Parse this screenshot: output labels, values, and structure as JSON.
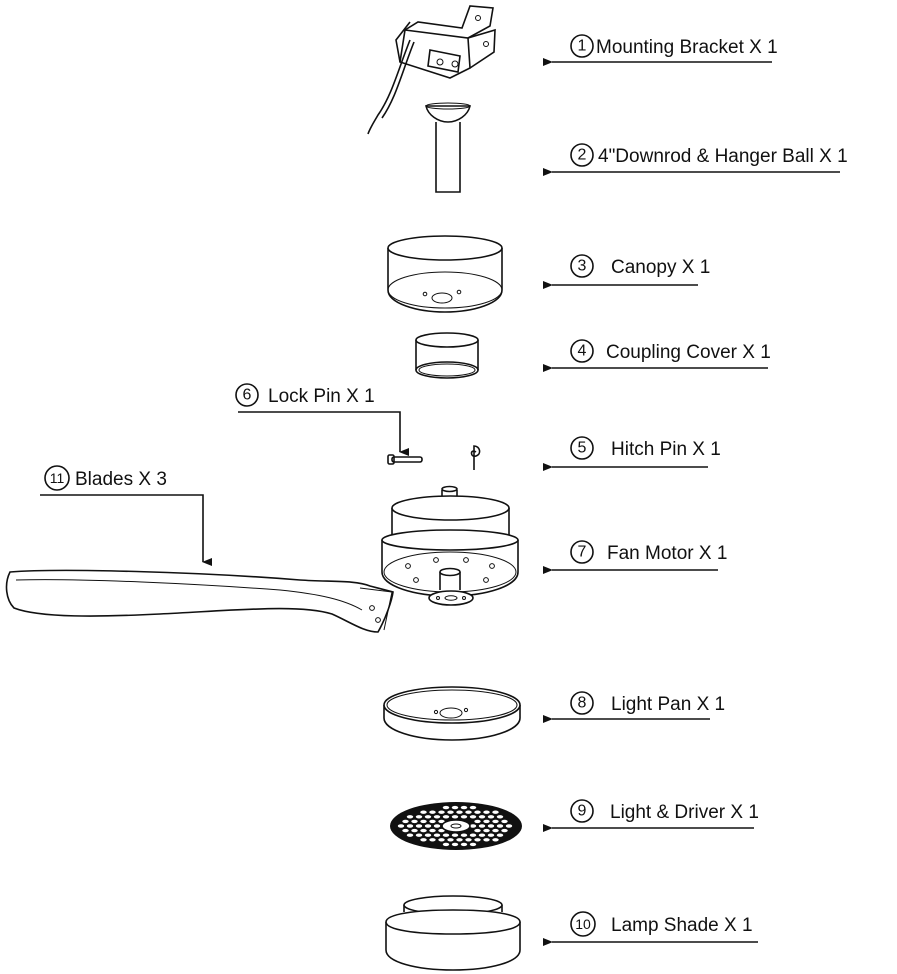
{
  "parts": [
    {
      "number": "1",
      "name": "Mounting Bracket X 1"
    },
    {
      "number": "2",
      "name": "4\"Downrod & Hanger Ball X 1"
    },
    {
      "number": "3",
      "name": "Canopy X 1"
    },
    {
      "number": "4",
      "name": "Coupling Cover X 1"
    },
    {
      "number": "5",
      "name": "Hitch Pin X 1"
    },
    {
      "number": "6",
      "name": "Lock Pin X 1"
    },
    {
      "number": "7",
      "name": "Fan Motor X 1"
    },
    {
      "number": "8",
      "name": "Light Pan X 1"
    },
    {
      "number": "9",
      "name": "Light & Driver X 1"
    },
    {
      "number": "10",
      "name": "Lamp Shade X 1"
    },
    {
      "number": "11",
      "name": "Blades X 3"
    }
  ]
}
